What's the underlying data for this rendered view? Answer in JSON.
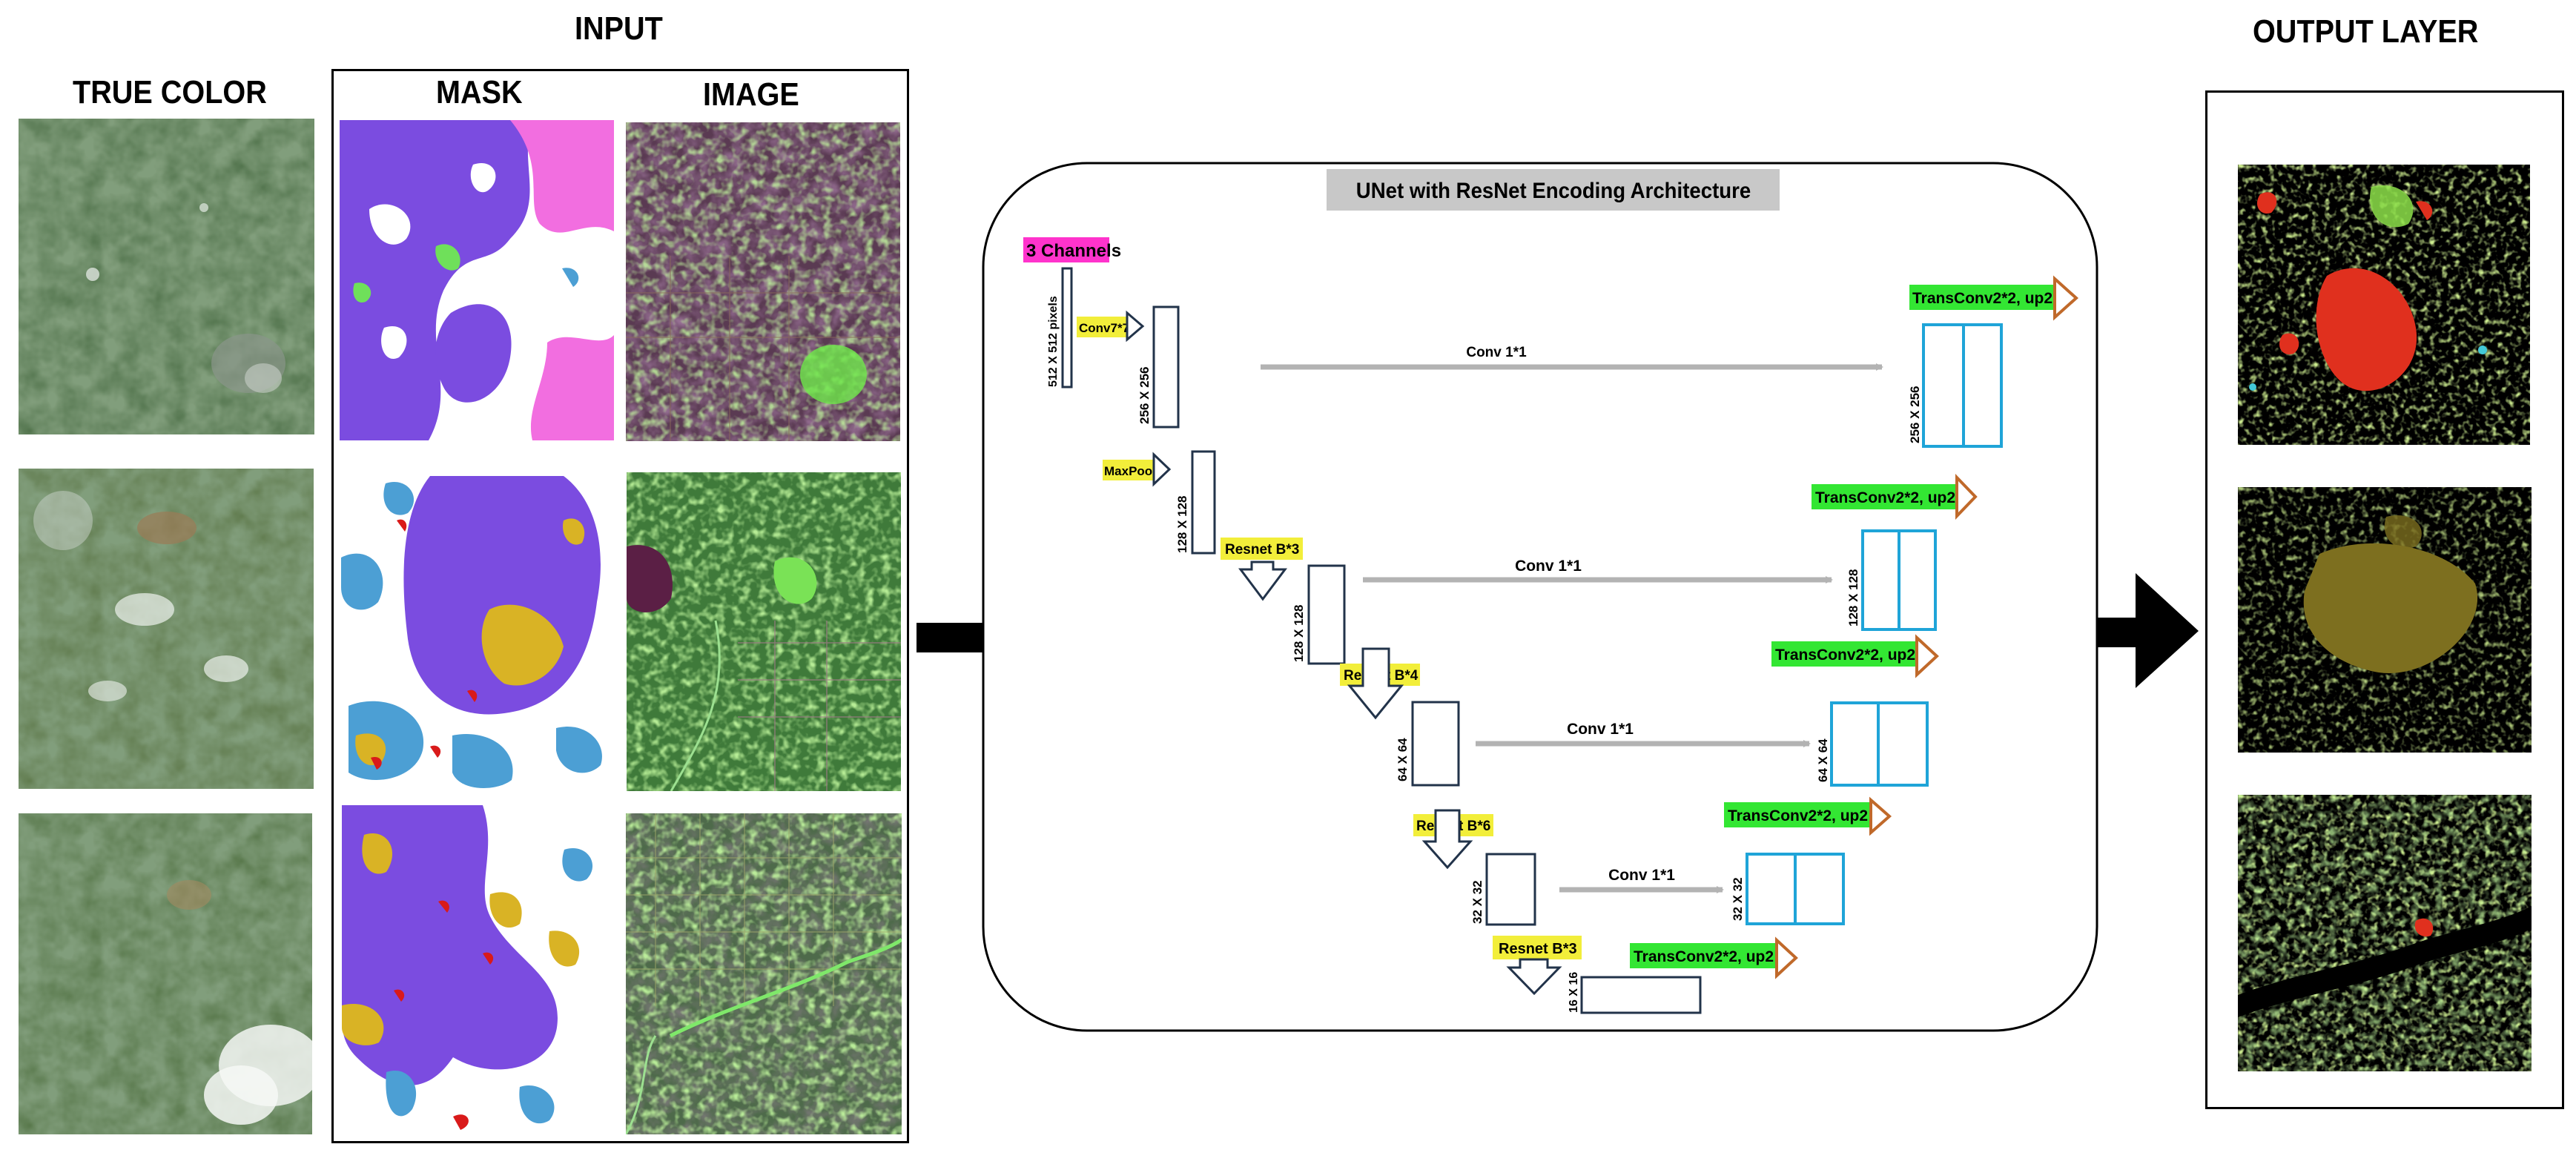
{
  "headings": {
    "true_color": "TRUE COLOR",
    "input": "INPUT",
    "mask": "MASK",
    "image": "IMAGE",
    "output_layer": "OUTPUT LAYER"
  },
  "architecture": {
    "title": "UNet with ResNet Encoding Architecture",
    "input_label": "3 Channels",
    "input_size": "512 X 512 pixels",
    "encoder": {
      "conv": "Conv7*7",
      "maxpool": "MaxPool",
      "resnet_1": "Resnet B*3",
      "resnet_2": "Resnet B*4",
      "resnet_3": "Resnet B*6",
      "resnet_4": "Resnet B*3"
    },
    "sizes": {
      "s256_left": "256 X 256",
      "s128_a": "128 X 128",
      "s128_b": "128 X 128",
      "s64_left": "64 X 64",
      "s32_left": "32 X 32",
      "s16": "16 X 16",
      "s256_right": "256 X 256",
      "s128_right": "128 X 128",
      "s64_right": "64 X 64",
      "s32_right": "32 X 32"
    },
    "skip_labels": {
      "skip_1": "Conv 1*1",
      "skip_2": "Conv 1*1",
      "skip_3": "Conv 1*1",
      "skip_4": "Conv 1*1"
    },
    "decoder_labels": {
      "up_1": "TransConv2*2, up2",
      "up_2": "TransConv2*2, up2",
      "up_3": "TransConv2*2, up2",
      "up_4": "TransConv2*2, up2",
      "up_5": "TransConv2*2, up2"
    }
  },
  "colors": {
    "title_bg": "#c8c8c8",
    "magenta_label": "#ff33cc",
    "yellow_label": "#f2ee3a",
    "green_label": "#33e633",
    "encoder_block": "#22334a",
    "decoder_block": "#1fa4d8",
    "skip_arrow": "#b3b3b3",
    "up_arrow": "#c0692a",
    "mask_purple": "#7b4ce0",
    "mask_pink": "#f26ee0",
    "mask_blue": "#4c9fd4",
    "mask_yellow": "#d9b325",
    "mask_red": "#d91a1a",
    "mask_green": "#6fe05a"
  }
}
